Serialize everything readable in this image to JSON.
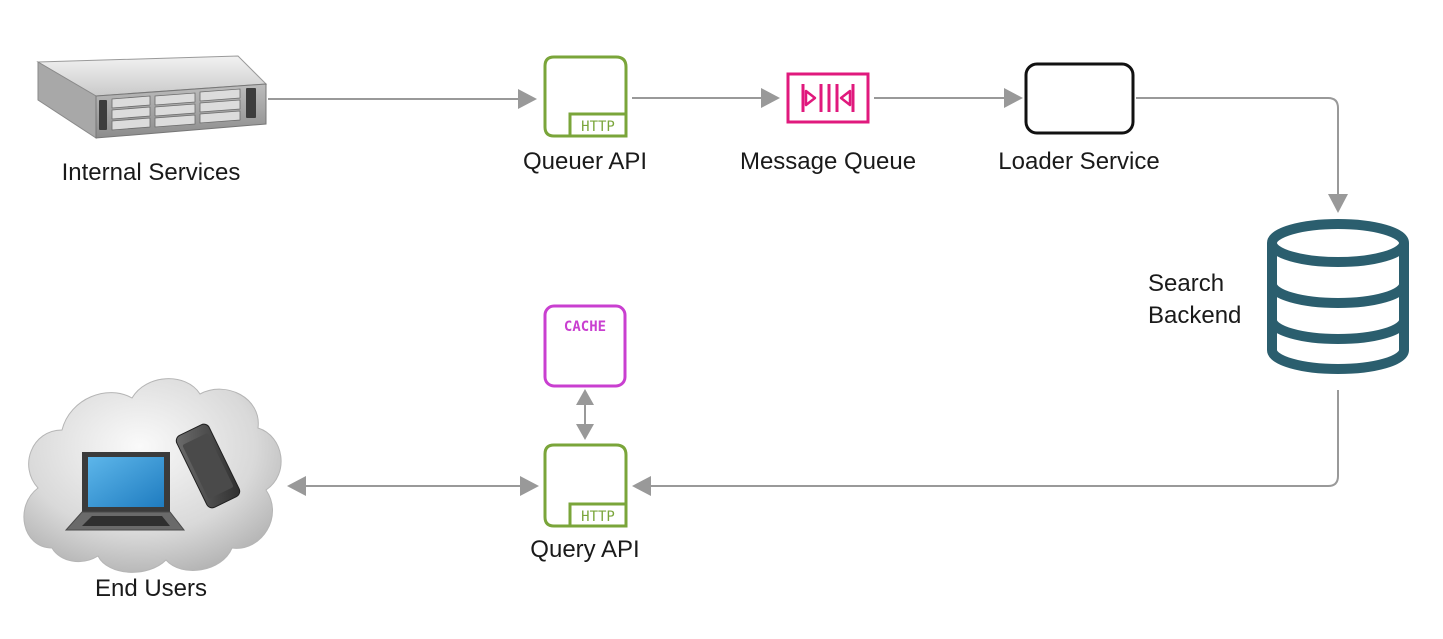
{
  "nodes": {
    "internal_services": {
      "label": "Internal Services",
      "icon": "server-rack-icon"
    },
    "queuer_api": {
      "label": "Queuer API",
      "icon": "http-endpoint-icon",
      "badge": "HTTP"
    },
    "message_queue": {
      "label": "Message Queue",
      "icon": "message-queue-icon"
    },
    "loader_service": {
      "label": "Loader Service",
      "icon": "service-box-icon"
    },
    "search_backend": {
      "label_line1": "Search",
      "label_line2": "Backend",
      "icon": "database-icon"
    },
    "cache": {
      "badge": "CACHE",
      "icon": "cache-icon"
    },
    "query_api": {
      "label": "Query API",
      "icon": "http-endpoint-icon",
      "badge": "HTTP"
    },
    "end_users": {
      "label": "End Users",
      "icon": "cloud-devices-icon"
    }
  },
  "edges": [
    {
      "from": "Internal Services",
      "to": "Queuer API",
      "direction": "one-way"
    },
    {
      "from": "Queuer API",
      "to": "Message Queue",
      "direction": "one-way"
    },
    {
      "from": "Message Queue",
      "to": "Loader Service",
      "direction": "one-way"
    },
    {
      "from": "Loader Service",
      "to": "Search Backend",
      "direction": "one-way"
    },
    {
      "from": "Search Backend",
      "to": "Query API",
      "direction": "one-way"
    },
    {
      "from": "Query API",
      "to": "CACHE",
      "direction": "two-way"
    },
    {
      "from": "Query API",
      "to": "End Users",
      "direction": "two-way"
    }
  ],
  "colors": {
    "http_green": "#7aa53a",
    "queue_pink": "#e0197d",
    "cache_magenta": "#c93fd0",
    "db_teal": "#2b5e6e",
    "arrow_gray": "#999999",
    "box_black": "#111111"
  }
}
